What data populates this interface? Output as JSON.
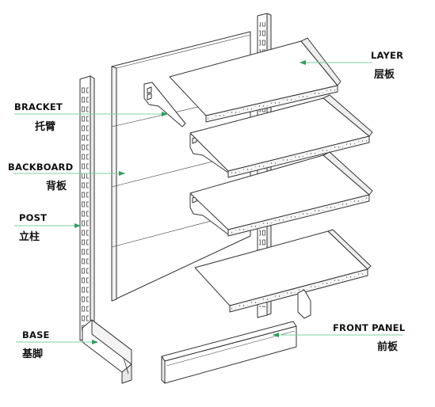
{
  "labels": {
    "layer": {
      "en": "LAYER",
      "zh": "层板"
    },
    "bracket": {
      "en": "BRACKET",
      "zh": "托臂"
    },
    "backboard": {
      "en": "BACKBOARD",
      "zh": "背板"
    },
    "post": {
      "en": "POST",
      "zh": "立柱"
    },
    "base": {
      "en": "BASE",
      "zh": "基脚"
    },
    "front_panel": {
      "en": "FRONT PANEL",
      "zh": "前板"
    }
  },
  "colors": {
    "line": "#333333",
    "leader": "#7fcf9f",
    "arrow": "#2e9e5b",
    "face": "#ffffff"
  }
}
